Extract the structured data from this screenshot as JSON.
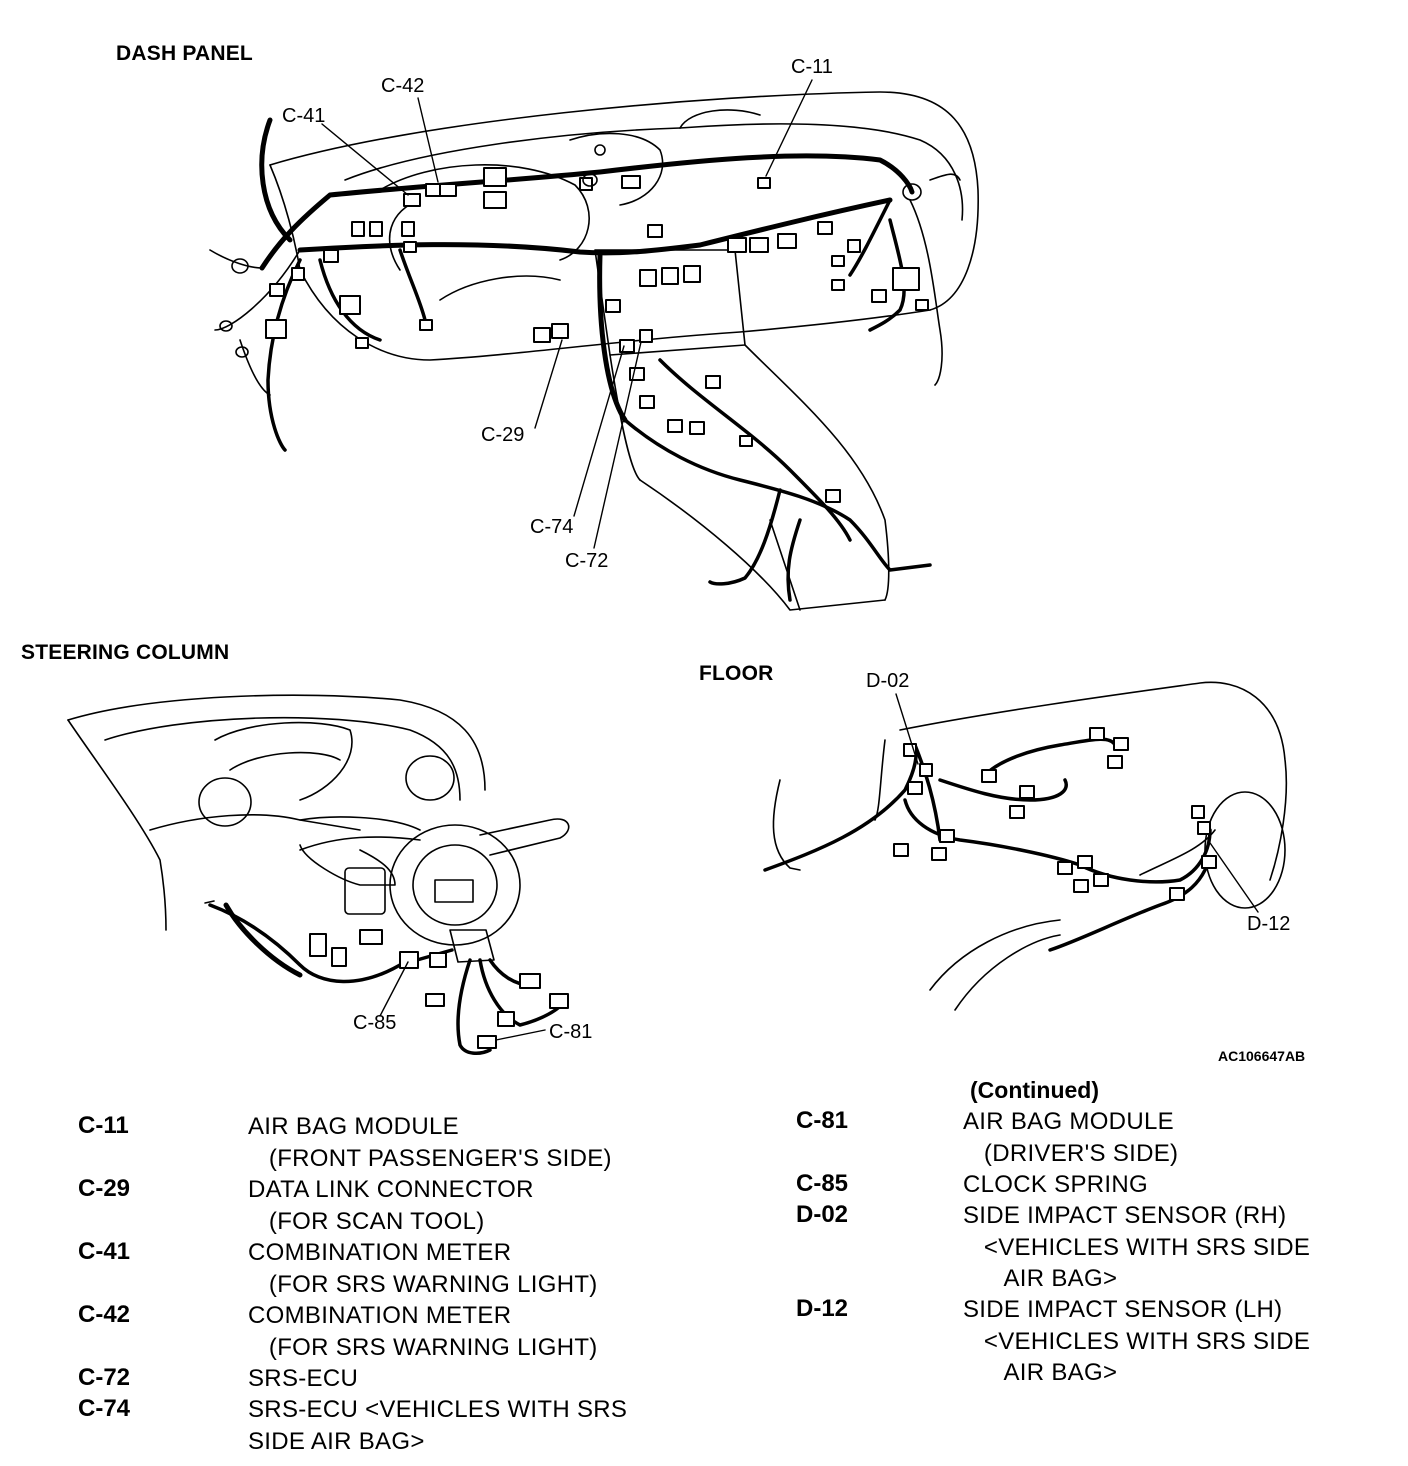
{
  "sections": {
    "dash_panel": "DASH PANEL",
    "steering_column": "STEERING COLUMN",
    "floor": "FLOOR"
  },
  "callouts": {
    "c11": "C-11",
    "c41": "C-41",
    "c42": "C-42",
    "c29": "C-29",
    "c74": "C-74",
    "c72": "C-72",
    "c85": "C-85",
    "c81": "C-81",
    "d02": "D-02",
    "d12": "D-12"
  },
  "figure_ref": "AC106647AB",
  "legend_continued_label": "(Continued)",
  "legend_left": [
    {
      "code": "C-11",
      "desc": "AIR BAG MODULE\n   (FRONT PASSENGER'S SIDE)"
    },
    {
      "code": "C-29",
      "desc": "DATA LINK CONNECTOR\n   (FOR SCAN TOOL)"
    },
    {
      "code": "C-41",
      "desc": "COMBINATION METER\n   (FOR SRS WARNING LIGHT)"
    },
    {
      "code": "C-42",
      "desc": "COMBINATION METER\n   (FOR SRS WARNING LIGHT)"
    },
    {
      "code": "C-72",
      "desc": "SRS-ECU"
    },
    {
      "code": "C-74",
      "desc": "SRS-ECU <VEHICLES WITH SRS\nSIDE AIR BAG>"
    }
  ],
  "legend_right": [
    {
      "code": "C-81",
      "desc": "AIR BAG MODULE\n   (DRIVER'S SIDE)"
    },
    {
      "code": "C-85",
      "desc": "CLOCK SPRING"
    },
    {
      "code": "D-02",
      "desc": "SIDE IMPACT SENSOR (RH)\n   <VEHICLES WITH SRS SIDE\n      AIR BAG>"
    },
    {
      "code": "D-12",
      "desc": "SIDE IMPACT SENSOR (LH)\n   <VEHICLES WITH SRS SIDE\n      AIR BAG>"
    }
  ]
}
